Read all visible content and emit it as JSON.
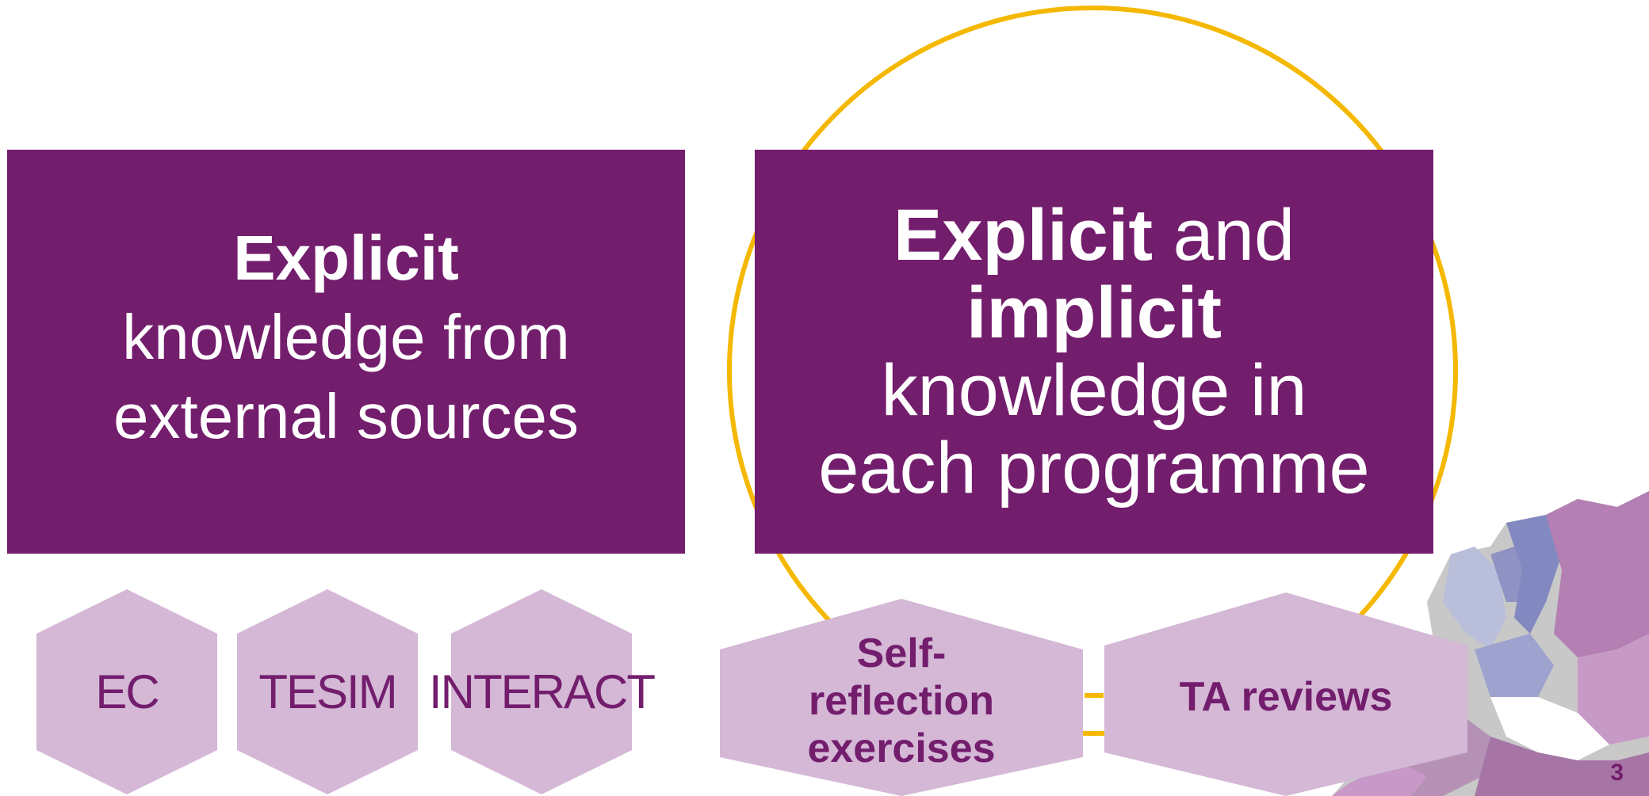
{
  "left_panel": {
    "line1": "Explicit",
    "line2": "knowledge from",
    "line3": "external sources"
  },
  "right_panel": {
    "line1_bold": "Explicit",
    "line1_rest": " and",
    "line2": "implicit",
    "line3": "knowledge in",
    "line4": "each programme"
  },
  "hexagons_left": [
    "EC",
    "TESIM",
    "INTERACT"
  ],
  "hexagons_right": {
    "self_reflection_line1": "Self-",
    "self_reflection_line2": "reflection",
    "self_reflection_line3": "exercises",
    "ta_reviews": "TA reviews"
  },
  "page_number": "3",
  "colors": {
    "panel": "#731d6d",
    "hexagon": "#d4b8d6",
    "hexagon_text": "#731d6d",
    "circle": "#f5b800"
  }
}
